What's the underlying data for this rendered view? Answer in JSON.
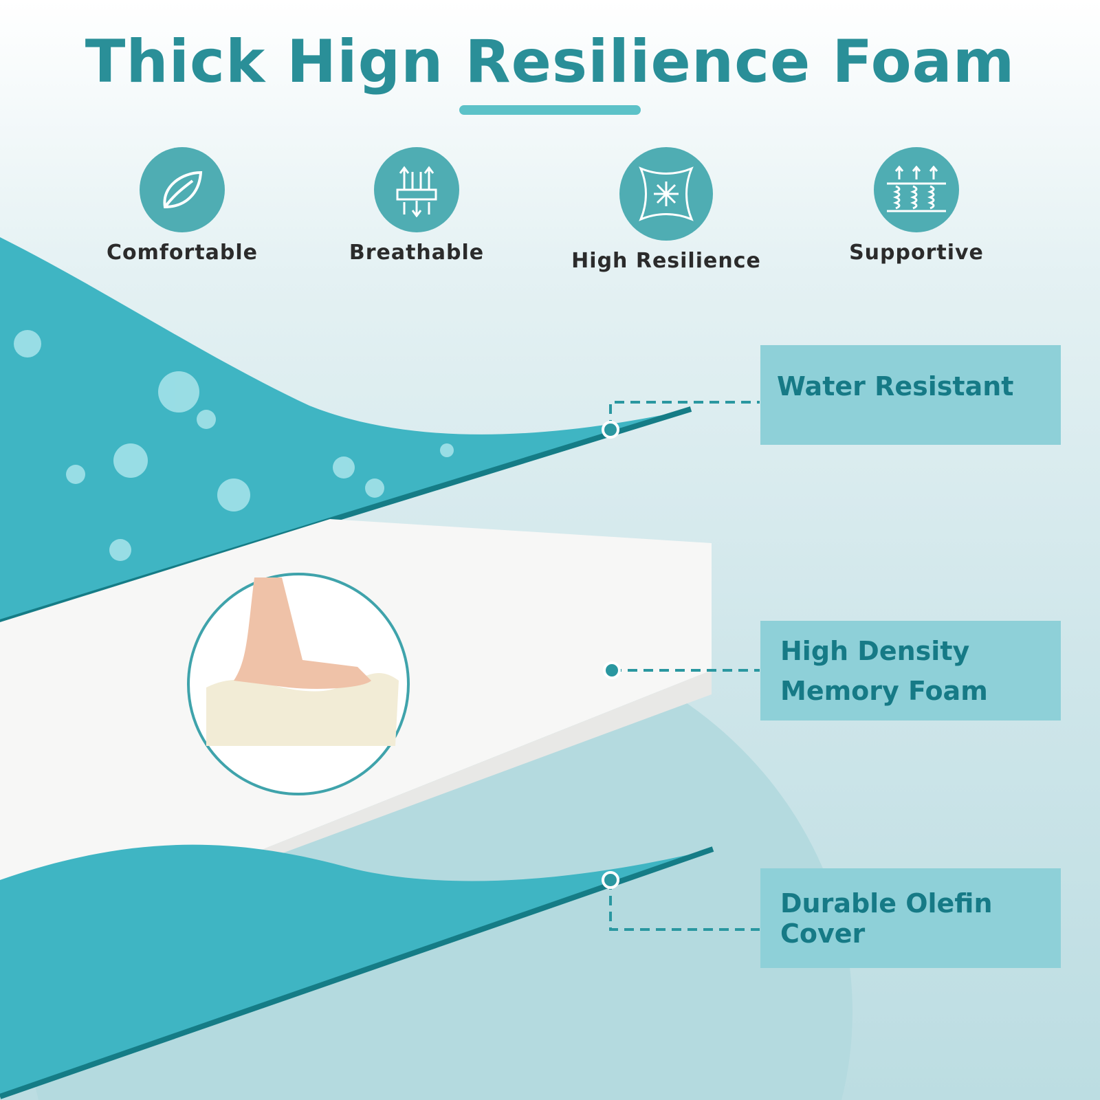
{
  "title": "Thick Hign Resilience Foam",
  "features": [
    {
      "label": "Comfortable",
      "icon": "leaf-icon"
    },
    {
      "label": "Breathable",
      "icon": "airflow-icon"
    },
    {
      "label": "High Resilience",
      "icon": "rebound-icon"
    },
    {
      "label": "Supportive",
      "icon": "springs-icon"
    }
  ],
  "callouts": {
    "top": "Water Resistant",
    "middle": "High Density Memory Foam",
    "bottom": "Durable Olefin Cover"
  },
  "colors": {
    "accent": "#2a8f98",
    "fabric": "#3fb5c3",
    "box": "#8ed0d8"
  }
}
